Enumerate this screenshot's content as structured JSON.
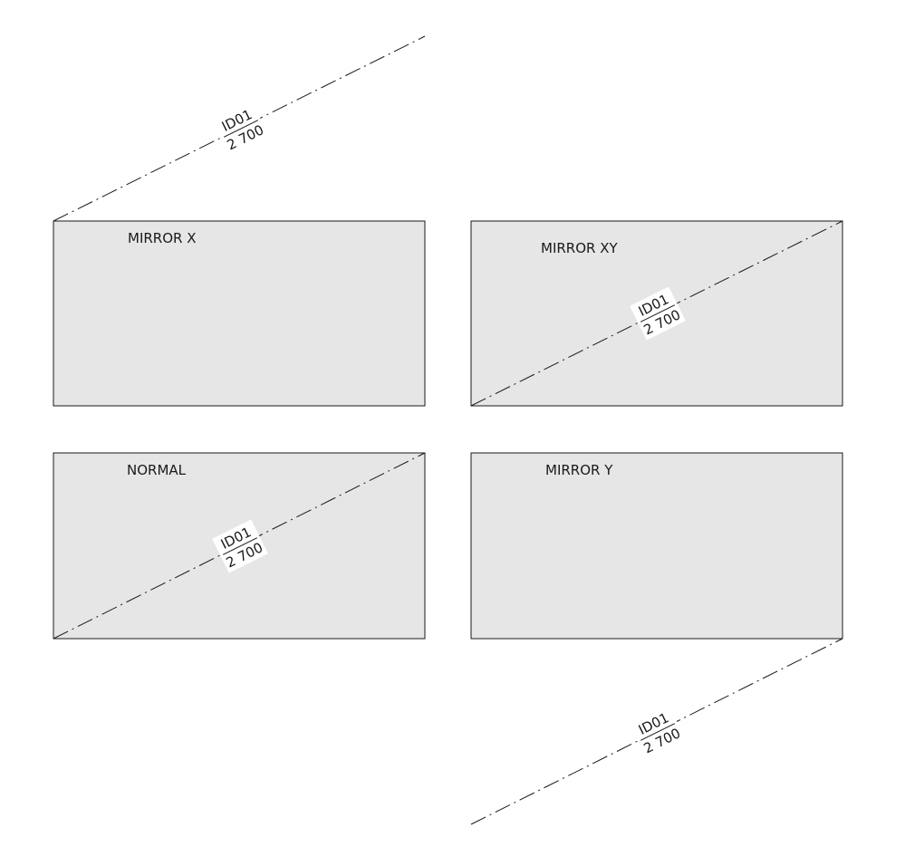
{
  "panels": [
    {
      "id": "mirror-x",
      "title": "MIRROR X"
    },
    {
      "id": "mirror-xy",
      "title": "MIRROR XY"
    },
    {
      "id": "normal",
      "title": "NORMAL"
    },
    {
      "id": "mirror-y",
      "title": "MIRROR Y"
    }
  ],
  "tags": [
    {
      "id": "tag-mirror-x",
      "code": "ID01",
      "value": "2 700"
    },
    {
      "id": "tag-mirror-xy",
      "code": "ID01",
      "value": "2 700"
    },
    {
      "id": "tag-normal",
      "code": "ID01",
      "value": "2 700"
    },
    {
      "id": "tag-mirror-y",
      "code": "ID01",
      "value": "2 700"
    }
  ],
  "colors": {
    "panel_fill": "#e6e6e6",
    "line": "#1a1a1a",
    "background": "#ffffff"
  }
}
